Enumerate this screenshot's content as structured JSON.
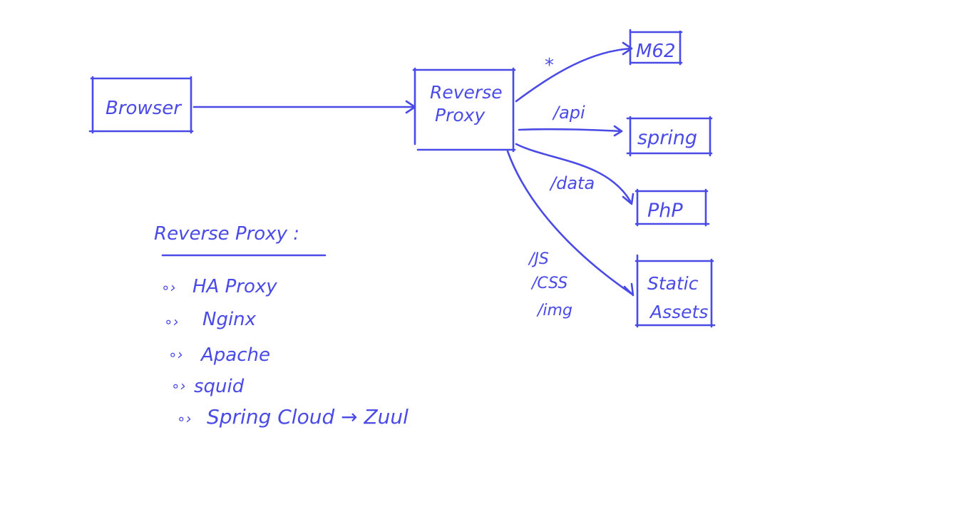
{
  "ink_color": "#4a4ae6",
  "background_color": "#ffffff",
  "nodes": {
    "browser": "Browser",
    "reverse_proxy_line1": "Reverse",
    "reverse_proxy_line2": "Proxy",
    "m62": "M62",
    "spring": "spring",
    "php": "PhP",
    "static_assets_line1": "Static",
    "static_assets_line2": "Assets"
  },
  "routes": {
    "wildcard": "*",
    "api": "/api",
    "data": "/data",
    "js": "/JS",
    "css": "/CSS",
    "img": "/img"
  },
  "notes": {
    "heading": "Reverse Proxy :",
    "items": [
      "HA Proxy",
      "Nginx",
      "Apache",
      "squid",
      "Spring Cloud → Zuul"
    ]
  }
}
